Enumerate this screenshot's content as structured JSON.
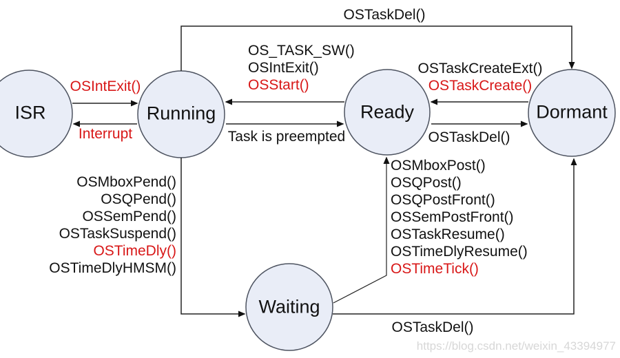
{
  "colors": {
    "accent_red": "#d81717",
    "text_black": "#111111",
    "circle_fill": "#e9edf7",
    "circle_stroke": "#4d5360",
    "line": "#222222",
    "watermark": "#d7d7d7"
  },
  "states": {
    "isr": "ISR",
    "running": "Running",
    "ready": "Ready",
    "dormant": "Dormant",
    "waiting": "Waiting"
  },
  "transitions": {
    "running_to_dormant": "OSTaskDel()",
    "isr_to_running": "OSIntExit()",
    "running_to_isr": "Interrupt",
    "ready_to_running": [
      "OS_TASK_SW()",
      "OSIntExit()",
      "OSStart()"
    ],
    "running_to_ready": "Task is preempted",
    "dormant_to_ready": [
      "OSTaskCreateExt()",
      "OSTaskCreate()"
    ],
    "ready_to_dormant": "OSTaskDel()",
    "running_to_waiting": [
      "OSMboxPend()",
      "OSQPend()",
      "OSSemPend()",
      "OSTaskSuspend()",
      "OSTimeDly()",
      "OSTimeDlyHMSM()"
    ],
    "waiting_to_ready": [
      "OSMboxPost()",
      "OSQPost()",
      "OSQPostFront()",
      "OSSemPostFront()",
      "OSTaskResume()",
      "OSTimeDlyResume()",
      "OSTimeTick()"
    ],
    "waiting_to_dormant": "OSTaskDel()"
  },
  "watermark": "https://blog.csdn.net/weixin_43394977"
}
